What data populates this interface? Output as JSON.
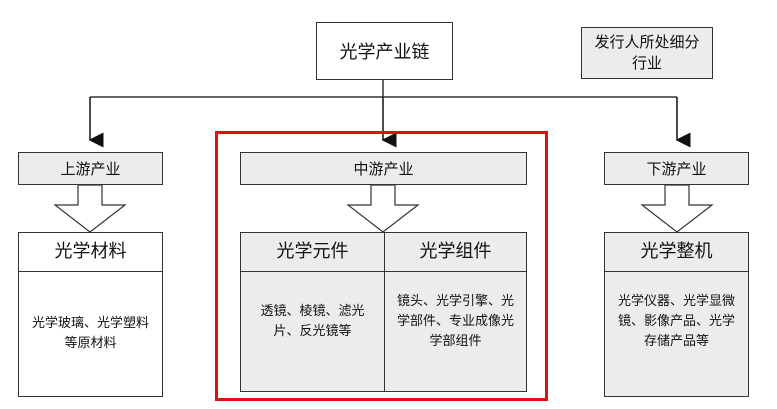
{
  "root": {
    "label": "光学产业链"
  },
  "note": {
    "label": "发行人所处细分行业"
  },
  "upstream": {
    "label": "上游产业",
    "title": "光学材料",
    "desc": "光学玻璃、光学塑料等原材料"
  },
  "midstream": {
    "label": "中游产业",
    "left": {
      "title": "光学元件",
      "desc": "透镜、棱镜、滤光片、反光镜等"
    },
    "right": {
      "title": "光学组件",
      "desc": "镜头、光学引擎、光学部件、专业成像光学部组件"
    }
  },
  "downstream": {
    "label": "下游产业",
    "title": "光学整机",
    "desc": "光学仪器、光学显微镜、影像产品、光学存储产品等"
  },
  "colors": {
    "highlight": "#e01010",
    "panel_gray": "#ececec",
    "line": "#333333"
  }
}
